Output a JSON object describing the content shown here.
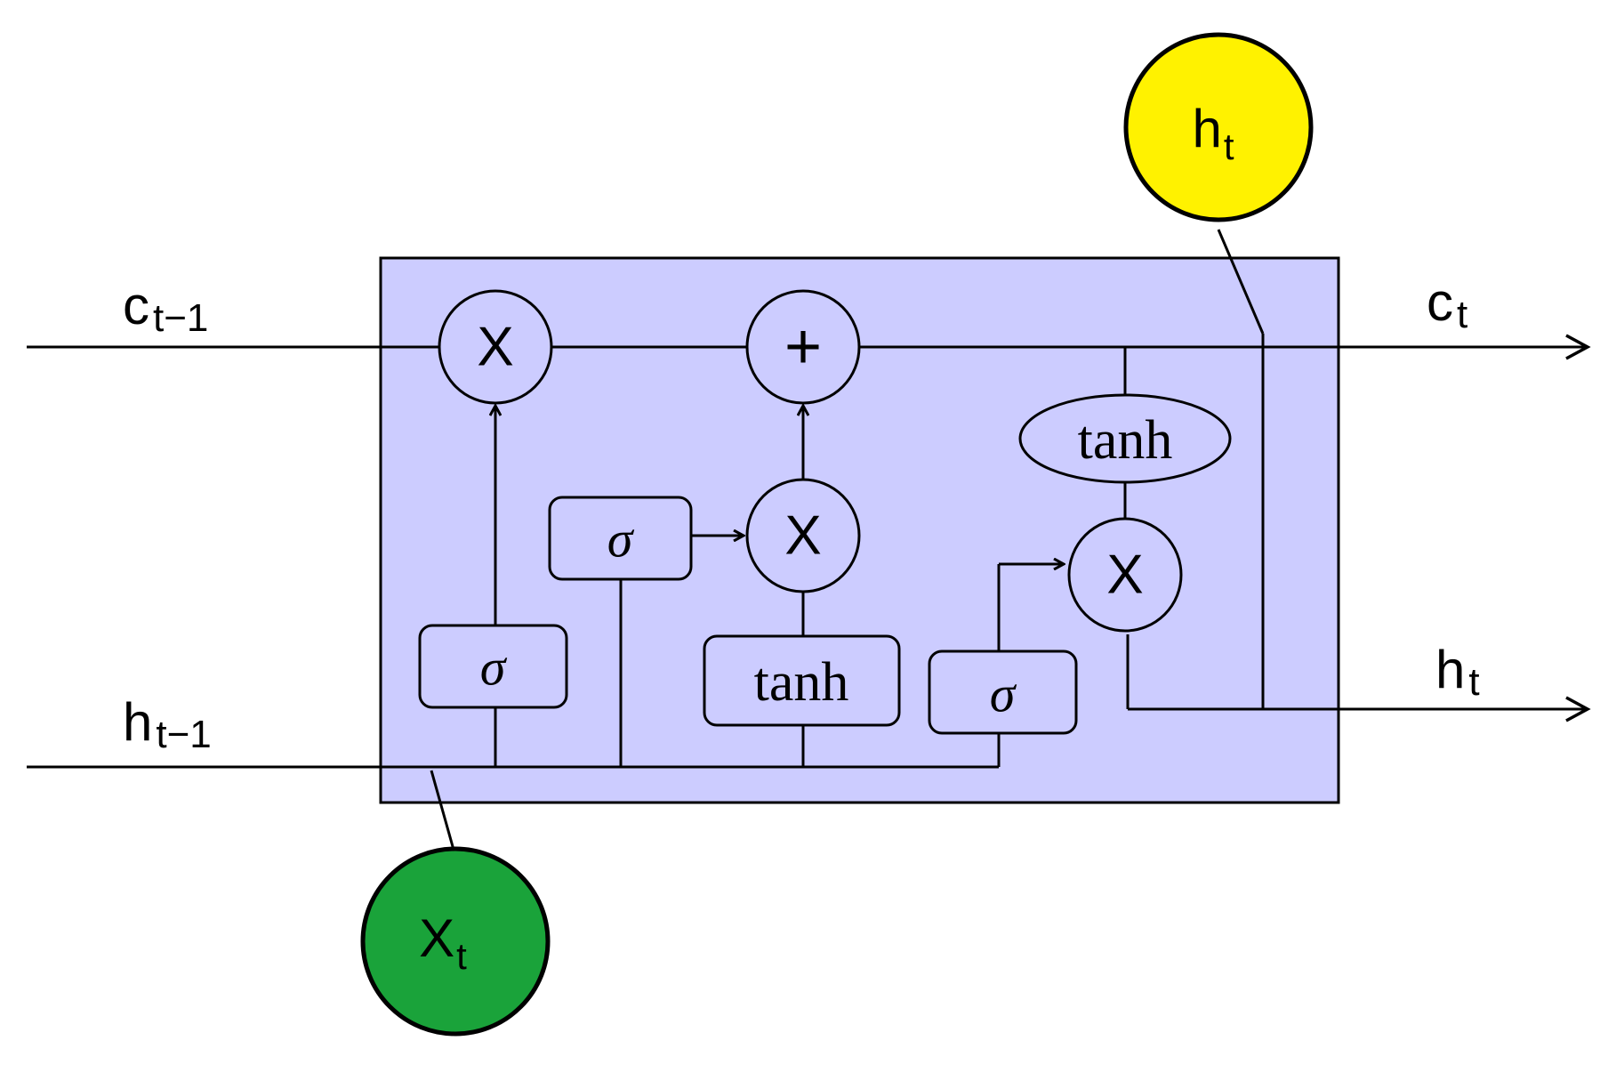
{
  "labels": {
    "c_prev": {
      "base": "c",
      "sub": "t−1"
    },
    "c_next": {
      "base": "c",
      "sub": "t"
    },
    "h_prev": {
      "base": "h",
      "sub": "t−1"
    },
    "h_next": {
      "base": "h",
      "sub": "t"
    },
    "h_top": {
      "base": "h",
      "sub": "t"
    },
    "x_in": {
      "base": "X",
      "sub": "t"
    }
  },
  "ops": {
    "forget_mult": "X",
    "add": "+",
    "input_mult": "X",
    "output_mult": "X"
  },
  "gates": {
    "forget_sigma": "σ",
    "input_sigma": "σ",
    "candidate_tanh": "tanh",
    "output_sigma": "σ",
    "cell_tanh": "tanh"
  },
  "colors": {
    "cell_fill": "#ccccff",
    "input_node": "#1aa33a",
    "output_node": "#fff200",
    "gate_fill": "#ccccff",
    "stroke": "#000000"
  }
}
